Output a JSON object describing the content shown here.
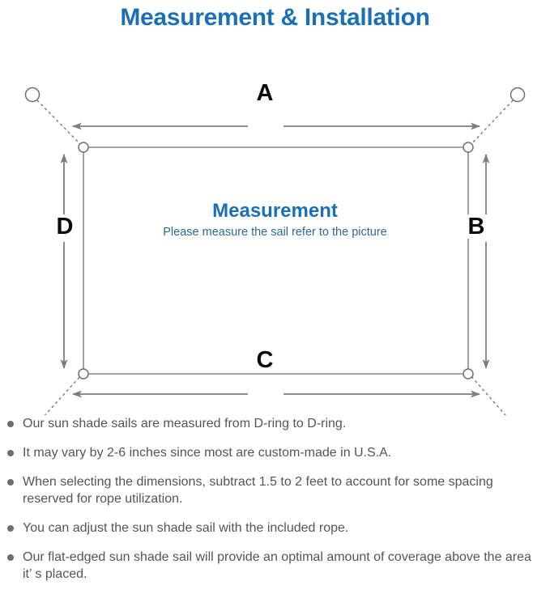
{
  "page": {
    "title": "Measurement & Installation",
    "title_color": "#1a6fb5"
  },
  "diagram": {
    "center_heading": "Measurement",
    "center_subtext": "Please measure the sail refer to the picture",
    "heading_color": "#1a70b8",
    "subtext_color": "#2b6a96",
    "line_color": "#808080",
    "sail_edge_color": "#808080",
    "dimension_labels": {
      "top": "A",
      "right": "B",
      "bottom": "C",
      "left": "D"
    },
    "icons": {
      "corner_ring": "d-ring-icon",
      "anchor_point": "anchor-point-icon",
      "rope": "dotted-rope-line-icon",
      "dimension_arrow": "double-arrow-icon"
    }
  },
  "notes": {
    "bullet_color": "#6e6e6e",
    "items": [
      "Our sun shade sails are measured from D-ring to D-ring.",
      "It may vary by 2-6 inches since most are custom-made in U.S.A.",
      "When selecting the dimensions, subtract 1.5 to 2 feet to account for some spacing reserved for rope utilization.",
      "You can adjust the sun shade sail with the included rope.",
      "Our flat-edged sun shade sail will provide an optimal amount of coverage above the area it’ s placed."
    ]
  }
}
